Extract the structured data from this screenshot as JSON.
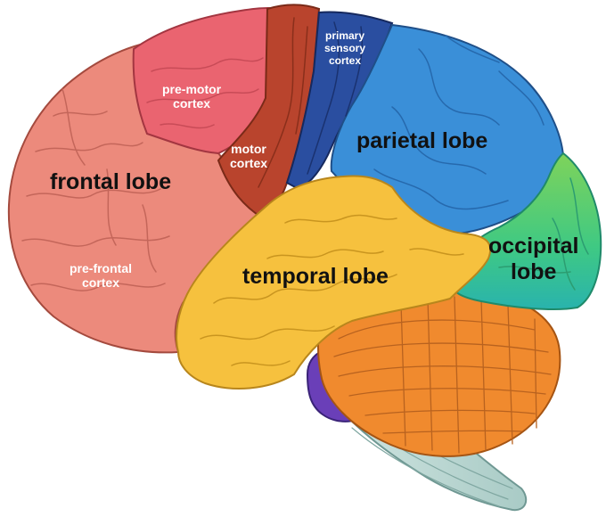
{
  "labels": {
    "frontal_lobe": "frontal lobe",
    "pre_motor_cortex": "pre-motor\ncortex",
    "motor_cortex": "motor\ncortex",
    "primary_sensory_cortex": "primary\nsensory\ncortex",
    "parietal_lobe": "parietal lobe",
    "temporal_lobe": "temporal lobe",
    "occipital_lobe": "occipital\nlobe",
    "pre_frontal_cortex": "pre-frontal\ncortex"
  },
  "colors": {
    "frontal": "#ec8a7c",
    "pre_motor": "#ea6470",
    "motor": "#b9442d",
    "primary_sensory": "#2a4ea0",
    "parietal": "#3a8fd8",
    "occipital": "#4fc97a",
    "temporal": "#f6c13e",
    "cerebellum": "#f08a2e",
    "brainstem": "#bcd8d4",
    "pons": "#6a3fb8"
  }
}
